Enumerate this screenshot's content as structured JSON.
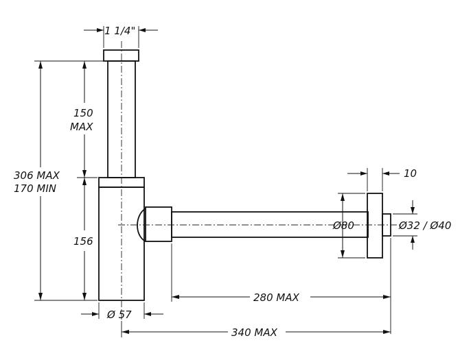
{
  "drawing": {
    "labels": {
      "inlet_size": "1 1/4\"",
      "upper_height_value": "150",
      "upper_height_max": "MAX",
      "total_height_max": "306 MAX",
      "total_height_min": "170 MIN",
      "lower_height": "156",
      "body_diameter": "Ø 57",
      "flange_thickness": "10",
      "flange_diameter": "Ø80",
      "outlet_diameter": "Ø32 / Ø40",
      "pipe_length": "280 MAX",
      "overall_length": "340 MAX"
    }
  }
}
